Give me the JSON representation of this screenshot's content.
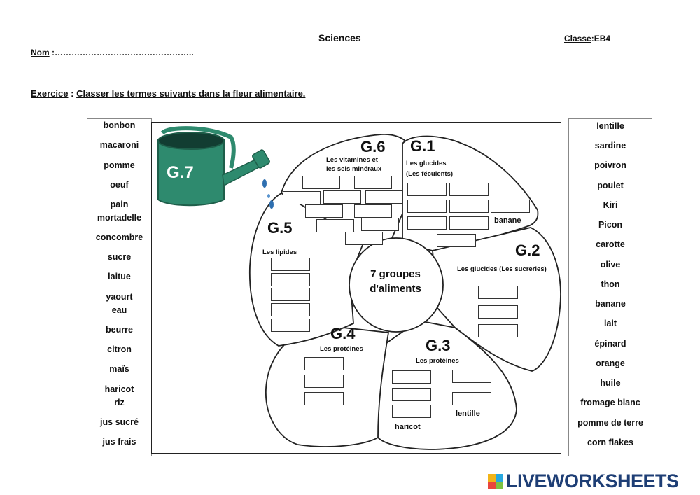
{
  "header": {
    "title": "Sciences",
    "class_label": "Classe",
    "class_value": ":EB4",
    "name_label": "Nom",
    "name_dots": ":………………………………………….."
  },
  "exercise": {
    "label": "Exercice",
    "sep": ":",
    "instruction": "Classer les termes suivants dans la fleur alimentaire."
  },
  "left_words": [
    "bonbon",
    "macaroni",
    "pomme",
    "oeuf",
    "pain",
    "mortadelle",
    "concombre",
    "sucre",
    "laitue",
    "yaourt",
    "eau",
    "beurre",
    "citron",
    "maïs",
    "haricot",
    "riz",
    "jus sucré",
    "jus frais"
  ],
  "right_words": [
    "lentille",
    "sardine",
    "poivron",
    "poulet",
    "Kiri",
    "Picon",
    "carotte",
    "olive",
    "thon",
    "banane",
    "lait",
    "épinard",
    "orange",
    "huile",
    "fromage blanc",
    "pomme de terre",
    "corn flakes"
  ],
  "flower": {
    "center": {
      "line1": "7 groupes",
      "line2": "d'aliments"
    },
    "groups": {
      "g1": {
        "label": "G.1",
        "line1": "Les glucides",
        "line2": "(Les féculents)",
        "given": "banane"
      },
      "g2": {
        "label": "G.2",
        "line1": "Les glucides (Les sucreries)"
      },
      "g3": {
        "label": "G.3",
        "line1": "Les protéines",
        "given_a": "lentille",
        "given_b": "haricot"
      },
      "g4": {
        "label": "G.4",
        "line1": "Les protéines"
      },
      "g5": {
        "label": "G.5",
        "line1": "Les lipides"
      },
      "g6": {
        "label": "G.6",
        "line1": "Les vitamines et",
        "line2": "les sels minéraux"
      },
      "g7": {
        "label": "G.7"
      }
    }
  },
  "colors": {
    "watering_can": "#2e8a6e",
    "brand_text": "#1e3e75"
  },
  "brand": {
    "text": "LIVEWORKSHEETS"
  }
}
